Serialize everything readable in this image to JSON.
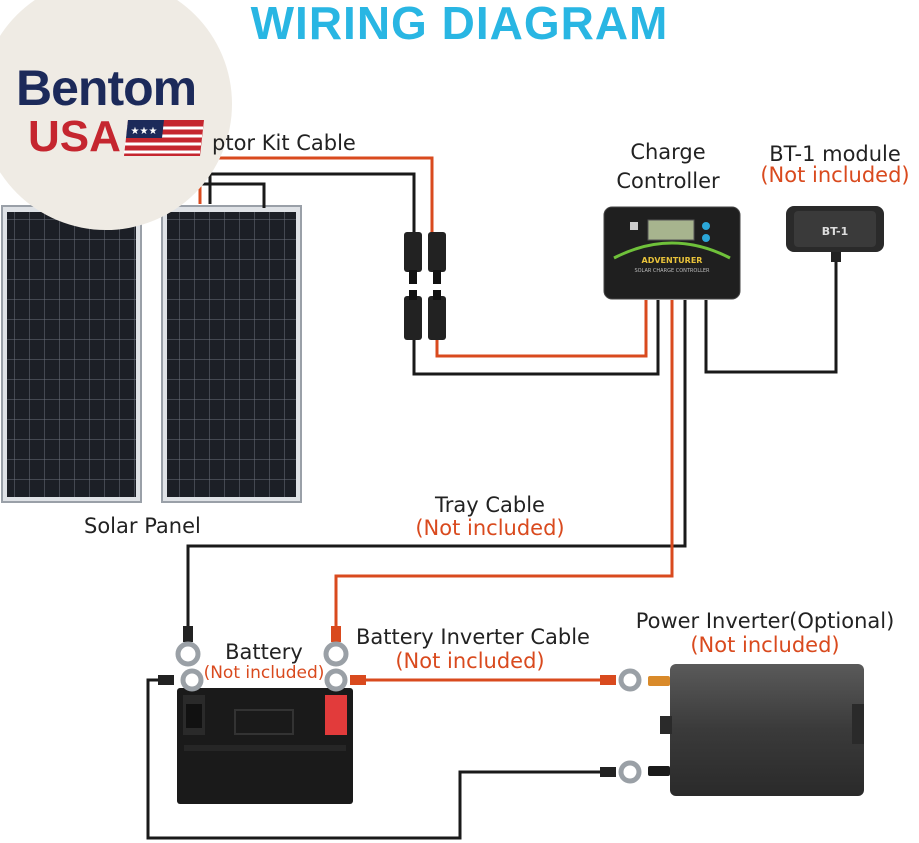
{
  "title": "WIRING DIAGRAM",
  "logo": {
    "line1": "Bentom",
    "line2": "USA"
  },
  "labels": {
    "adaptor_kit_cable": "ptor Kit Cable",
    "charge_controller": [
      "Charge",
      "Controller"
    ],
    "bt1_module": "BT-1 module",
    "bt1_note": "(Not included)",
    "solar_panel": "Solar Panel",
    "tray_cable": "Tray Cable",
    "tray_cable_note": "(Not included)",
    "battery": "Battery",
    "battery_note": "(Not included)",
    "battery_inverter_cable": "Battery Inverter Cable",
    "battery_inverter_cable_note": "(Not included)",
    "power_inverter": "Power Inverter(Optional)",
    "power_inverter_note": "(Not included)"
  },
  "device_text": {
    "controller_brand": "ADVENTURER",
    "controller_sub": "SOLAR CHARGE CONTROLLER",
    "bt1_label": "BT-1"
  },
  "colors": {
    "title": "#29b6e3",
    "note": "#d94a1e",
    "positive_wire": "#d94a1e",
    "negative_wire": "#1a1a1a"
  }
}
